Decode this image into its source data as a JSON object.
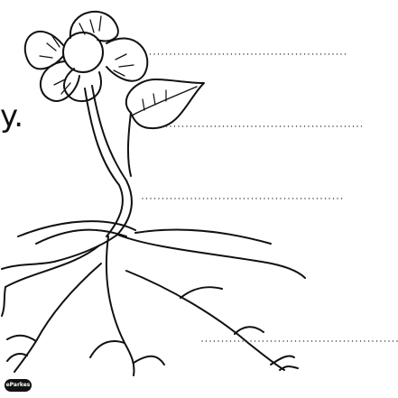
{
  "text_fragment": "y.",
  "logo_text": "eParkes",
  "labels": [
    {
      "part": "flower",
      "blank": ""
    },
    {
      "part": "leaf",
      "blank": ""
    },
    {
      "part": "stem",
      "blank": ""
    },
    {
      "part": "roots",
      "blank": ""
    }
  ]
}
